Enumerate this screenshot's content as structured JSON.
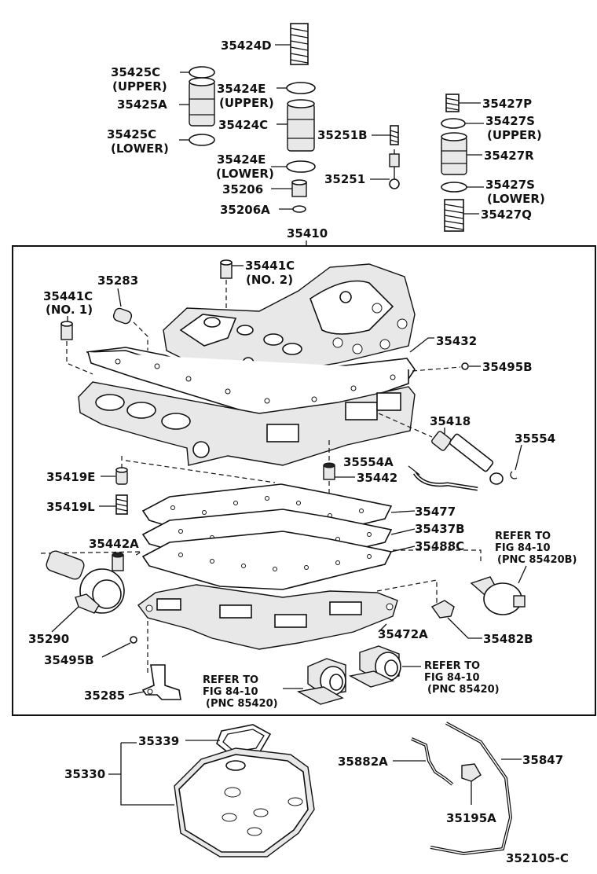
{
  "diagram_code": "352105-C",
  "assembly_label": "35410",
  "parts": {
    "p35424D": "35424D",
    "p35425C_upper": "35425C",
    "p35425C_upper_note": "(UPPER)",
    "p35424E_upper": "35424E",
    "p35424E_upper_note": "(UPPER)",
    "p35425A": "35425A",
    "p35424C": "35424C",
    "p35425C_lower": "35425C",
    "p35425C_lower_note": "(LOWER)",
    "p35424E_lower": "35424E",
    "p35424E_lower_note": "(LOWER)",
    "p35206": "35206",
    "p35206A": "35206A",
    "p35251B": "35251B",
    "p35251": "35251",
    "p35427P": "35427P",
    "p35427S_upper": "35427S",
    "p35427S_upper_note": "(UPPER)",
    "p35427R": "35427R",
    "p35427S_lower": "35427S",
    "p35427S_lower_note": "(LOWER)",
    "p35427Q": "35427Q",
    "p35441C_no2": "35441C",
    "p35441C_no2_note": "(NO. 2)",
    "p35283": "35283",
    "p35441C_no1": "35441C",
    "p35441C_no1_note": "(NO. 1)",
    "p35432": "35432",
    "p35495B_top": "35495B",
    "p35418": "35418",
    "p35554": "35554",
    "p35554A": "35554A",
    "p35442": "35442",
    "p35419E": "35419E",
    "p35419L": "35419L",
    "p35477": "35477",
    "p35437B": "35437B",
    "p35488C": "35488C",
    "p35442A": "35442A",
    "p35290": "35290",
    "p35472A": "35472A",
    "p35482B": "35482B",
    "p35495B_bottom": "35495B",
    "p35285": "35285",
    "p35339": "35339",
    "p35330": "35330",
    "p35882A": "35882A",
    "p35847": "35847",
    "p35195A": "35195A"
  },
  "references": {
    "ref_85420B": [
      "REFER TO",
      "FIG 84-10",
      "(PNC 85420B)"
    ],
    "ref_85420_left": [
      "REFER TO",
      "FIG 84-10",
      "(PNC 85420)"
    ],
    "ref_85420_right": [
      "REFER TO",
      "FIG 84-10",
      "(PNC 85420)"
    ]
  }
}
